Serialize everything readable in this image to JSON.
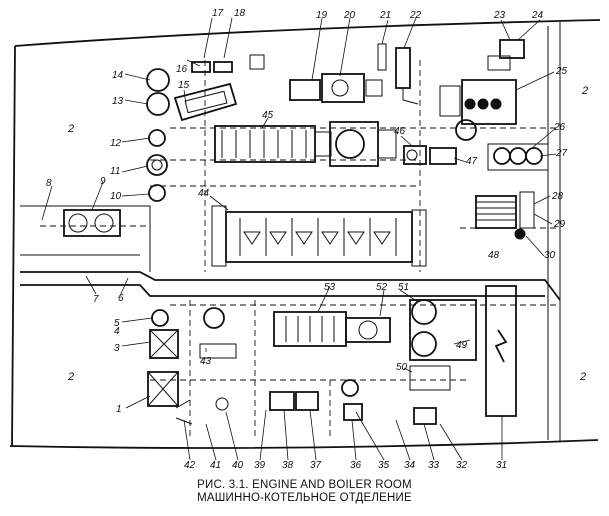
{
  "caption": {
    "line1": "РИС. 3.1. ENGINE AND BOILER ROOM",
    "line2": "МАШИННО-КОТЕЛЬНОЕ ОТДЕЛЕНИЕ"
  },
  "zone_labels": {
    "upper_left": "2",
    "upper_right": "2",
    "lower_left": "2",
    "lower_right": "2"
  },
  "callouts": {
    "n1": "1",
    "n2": "2",
    "n3": "3",
    "n4": "4",
    "n5": "5",
    "n6": "6",
    "n7": "7",
    "n8": "8",
    "n9": "9",
    "n10": "10",
    "n11": "11",
    "n12": "12",
    "n13": "13",
    "n14": "14",
    "n15": "15",
    "n16": "16",
    "n17": "17",
    "n18": "18",
    "n19": "19",
    "n20": "20",
    "n21": "21",
    "n22": "22",
    "n23": "23",
    "n24": "24",
    "n25": "25",
    "n26": "26",
    "n27": "27",
    "n28": "28",
    "n29": "29",
    "n30": "30",
    "n31": "31",
    "n32": "32",
    "n33": "33",
    "n34": "34",
    "n35": "35",
    "n36": "36",
    "n37": "37",
    "n38": "38",
    "n39": "39",
    "n40": "40",
    "n41": "41",
    "n42": "42",
    "n43": "43",
    "n44": "44",
    "n45": "45",
    "n46": "46",
    "n47": "47",
    "n48": "48",
    "n49": "49",
    "n50": "50",
    "n51": "51",
    "n52": "52",
    "n53": "53"
  }
}
